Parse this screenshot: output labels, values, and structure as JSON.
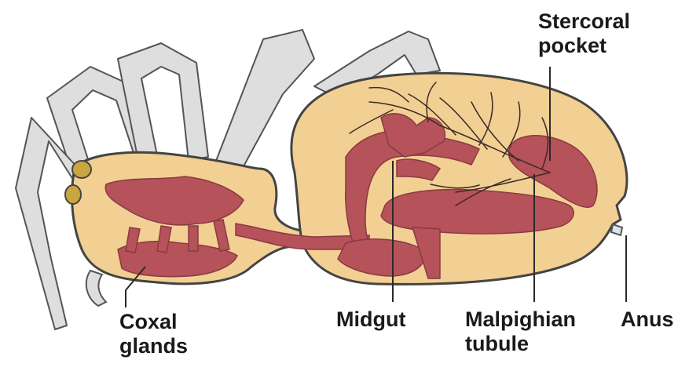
{
  "labels": {
    "stercoral_pocket": "Stercoral\npocket",
    "coxal_glands": "Coxal\nglands",
    "midgut": "Midgut",
    "malpighian_tubule": "Malpighian\ntubule",
    "anus": "Anus"
  },
  "colors": {
    "body": "#f2cf93",
    "organ": "#b5525a",
    "outline": "#444444",
    "legs": "#dedede",
    "eyes": "#c9a640"
  }
}
